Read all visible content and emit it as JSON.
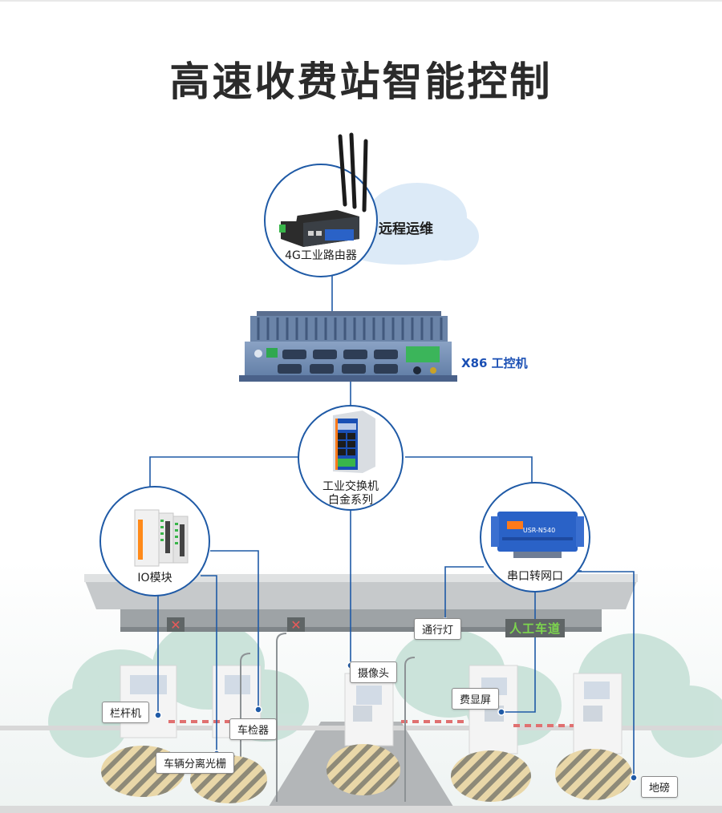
{
  "title": "高速收费站智能控制",
  "cloud_label": "远程运维",
  "router": {
    "label": "4G工业路由器"
  },
  "ipc": {
    "label": "X86 工控机"
  },
  "switch": {
    "line1": "工业交换机",
    "line2": "白金系列"
  },
  "io": {
    "label": "IO模块"
  },
  "serial": {
    "label": "串口转网口",
    "device_text": "USR-N540"
  },
  "lane_sign": "人工车道",
  "callouts": {
    "traffic_light": "通行灯",
    "camera": "摄像头",
    "barrier": "栏杆机",
    "vehicle_detector": "车检器",
    "light_curtain": "车辆分离光栅",
    "fee_display": "费显屏",
    "weighbridge": "地磅"
  },
  "colors": {
    "line": "#1f5aa6",
    "title": "#2b2b2b",
    "accent": "#1a4fb4",
    "lane_green": "#7dd64e"
  }
}
